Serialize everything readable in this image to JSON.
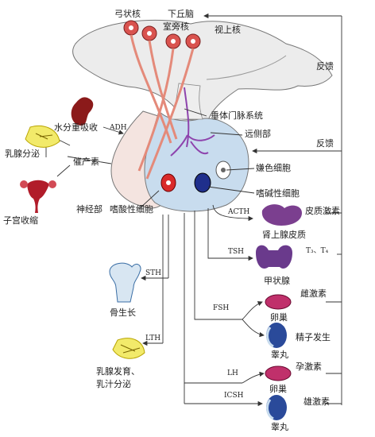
{
  "hypothalamus": {
    "arcuate": "弓状核",
    "hypothalamus": "下丘脑",
    "paraventricular": "室旁核",
    "supraoptic": "视上核"
  },
  "pituitary": {
    "portal_system": "垂体门脉系统",
    "distal_part": "远侧部",
    "neural_part": "神经部",
    "chromophobe": "嫌色细胞",
    "basophil": "嗜碱性细胞",
    "acidophil": "嗜酸性细胞"
  },
  "feedback": [
    "反馈",
    "反馈"
  ],
  "left_side": {
    "adh": "ADH",
    "water_reabsorption": "水分重吸收",
    "oxytocin": "催产素",
    "milk_ejection": "乳腺分泌",
    "uterine_contraction": "子宫收缩"
  },
  "targets": {
    "acth": "ACTH",
    "corticosteroid": "皮质激素",
    "adrenal_cortex": "肾上腺皮质",
    "tsh": "TSH",
    "t3t4": "T₃、T₄",
    "thyroid": "甲状腺",
    "sth": "STH",
    "bone_growth": "骨生长",
    "lth": "LTH",
    "mammary": "乳腺发育、",
    "lactation": "乳汁分泌",
    "fsh": "FSH",
    "ovary_1": "卵巢",
    "estrogen": "雌激素",
    "testis_1": "睾丸",
    "spermatogenesis": "精子发生",
    "lh": "LH",
    "ovary_2": "卵巢",
    "progesterone": "孕激素",
    "icsh": "ICSH",
    "testis_2": "睾丸",
    "androgen": "雄激素"
  },
  "colors": {
    "hypothalamus_fill": "#ececec",
    "neuron_body": "#d9534f",
    "axon": "#e48a7a",
    "gland_lobe": "#c8dcee",
    "portal_vessel": "#8e44ad",
    "acidophil": "#d92a2a",
    "basophil": "#1f2f8c",
    "adrenal": "#7b3f8f",
    "thyroid": "#6a3a8c",
    "ovary": "#c0306b",
    "testis": "#2a4a9a",
    "kidney": "#8b1a1a",
    "uterus": "#b11c2a",
    "breast": "#e8d22a"
  }
}
